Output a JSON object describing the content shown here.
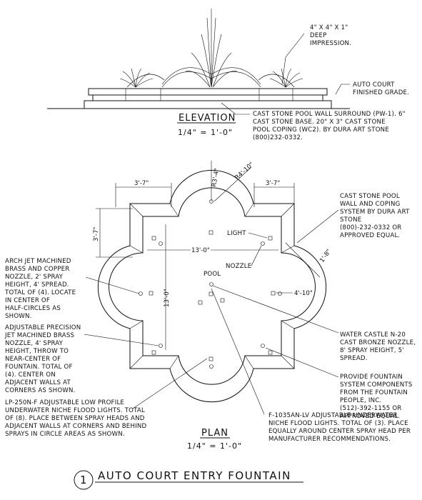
{
  "elevation": {
    "title": "ELEVATION",
    "scale": "1/4\" = 1'-0\"",
    "callout_impression": [
      "4\" X 4\" X 1\"",
      "DEEP",
      "IMPRESSION."
    ],
    "callout_grade": [
      "AUTO COURT",
      "FINISHED GRADE."
    ],
    "callout_wall": [
      "CAST STONE POOL WALL SURROUND (PW-1). 6\"",
      "CAST STONE BASE. 20\" X 3\" CAST STONE",
      "POOL COPING (WC2). BY DURA ART STONE",
      "(800)232-0332."
    ]
  },
  "plan": {
    "title": "PLAN",
    "scale": "1/4\" = 1'-0\"",
    "dims": {
      "radius_inner": "R3'-4\"",
      "radius_outer": "R4'-10\"",
      "top_left": "3'-7\"",
      "top_right": "3'-7\"",
      "left": "3'-7\"",
      "width": "13'-0\"",
      "height": "13'-0\"",
      "right_diag": "1'-8\"",
      "right_inner": "4'-10\""
    },
    "inner_labels": {
      "light": "LIGHT",
      "nozzle": "NOZZLE",
      "pool": "POOL"
    },
    "notes_left": [
      [
        "ARCH JET MACHINED",
        "BRASS AND COPPER",
        "NOZZLE, 2' SPRAY",
        "HEIGHT, 4' SPREAD.",
        "TOTAL OF (4). LOCATE",
        "IN CENTER OF",
        "HALF-CIRCLES AS",
        "SHOWN."
      ],
      [
        "ADJUSTABLE PRECISION",
        "JET MACHINED BRASS",
        "NOZZLE, 4' SPRAY",
        "HEIGHT, THROW TO",
        "NEAR-CENTER OF",
        "FOUNTAIN.  TOTAL OF",
        "(4). CENTER ON",
        "ADJACENT WALLS AT",
        "CORNERS AS SHOWN."
      ],
      [
        "LP-250N-F ADJUSTABLE LOW PROFILE",
        "UNDERWATER NICHE FLOOD LIGHTS.  TOTAL",
        "OF (8). PLACE BETWEEN SPRAY HEADS AND",
        "ADJACENT WALLS AT CORNERS AND BEHIND",
        "SPRAYS IN CIRCLE AREAS AS SHOWN."
      ]
    ],
    "notes_right": [
      [
        "CAST STONE POOL",
        "WALL AND COPING",
        "SYSTEM BY DURA ART",
        "STONE",
        "(800)-232-0332 OR",
        "APPROVED EQUAL."
      ],
      [
        "WATER CASTLE N-20",
        "CAST BRONZE NOZZLE,",
        "8' SPRAY HEIGHT, 5'",
        "SPREAD."
      ],
      [
        "PROVIDE FOUNTAIN",
        "SYSTEM COMPONENTS",
        "FROM THE FOUNTAIN",
        "PEOPLE, INC.",
        "(512)-392-1155 OR",
        "APPROVED EQUAL."
      ]
    ],
    "note_bottom": [
      "F-1035AN-LV ADJUSTABLE UNDERWATER",
      "NICHE FLOOD LIGHTS.  TOTAL OF (3). PLACE",
      "EQUALLY AROUND CENTER SPRAY HEAD PER",
      "MANUFACTURER RECOMMENDATIONS."
    ]
  },
  "footer": {
    "number": "1",
    "title": "AUTO COURT ENTRY FOUNTAIN"
  }
}
